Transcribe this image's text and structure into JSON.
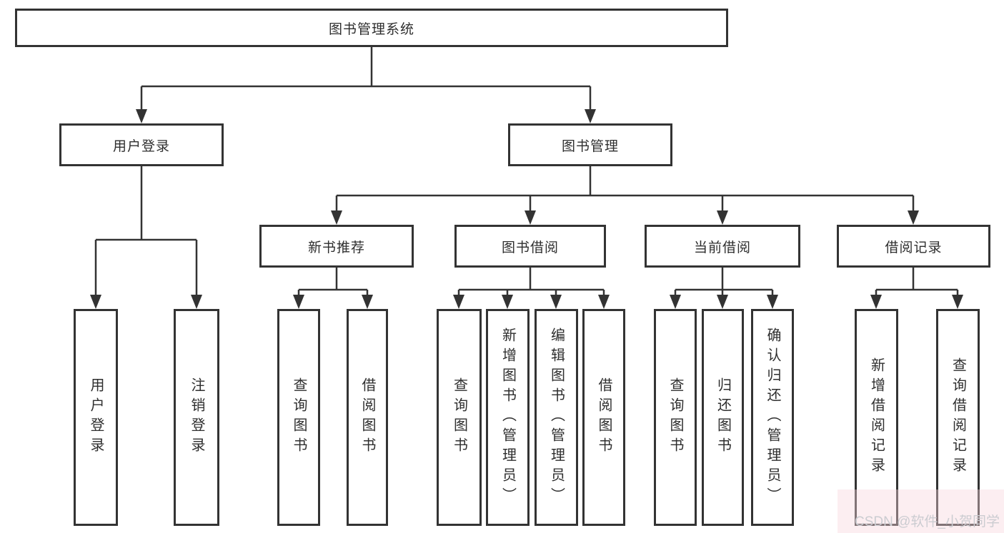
{
  "diagram": {
    "title": "图书管理系统",
    "nodes": {
      "root": "图书管理系统",
      "user_login": "用户登录",
      "book_mgmt": "图书管理",
      "new_book_rec": "新书推荐",
      "book_borrow": "图书借阅",
      "current_borrow": "当前借阅",
      "borrow_records": "借阅记录",
      "leaves": [
        "用户登录",
        "注销登录",
        "查询图书",
        "借阅图书",
        "查询图书",
        "新增图书（管理员）",
        "编辑图书（管理员）",
        "借阅图书",
        "查询图书",
        "归还图书",
        "确认归还（管理员）",
        "新增借阅记录",
        "查询借阅记录"
      ]
    },
    "colors": {
      "line": "#333333",
      "box_border": "#333333",
      "box_background": "#ffffff",
      "text": "#2e2e2e",
      "watermark_text": "#cbccd1"
    },
    "watermark": "CSDN @软件_小贺同学"
  }
}
